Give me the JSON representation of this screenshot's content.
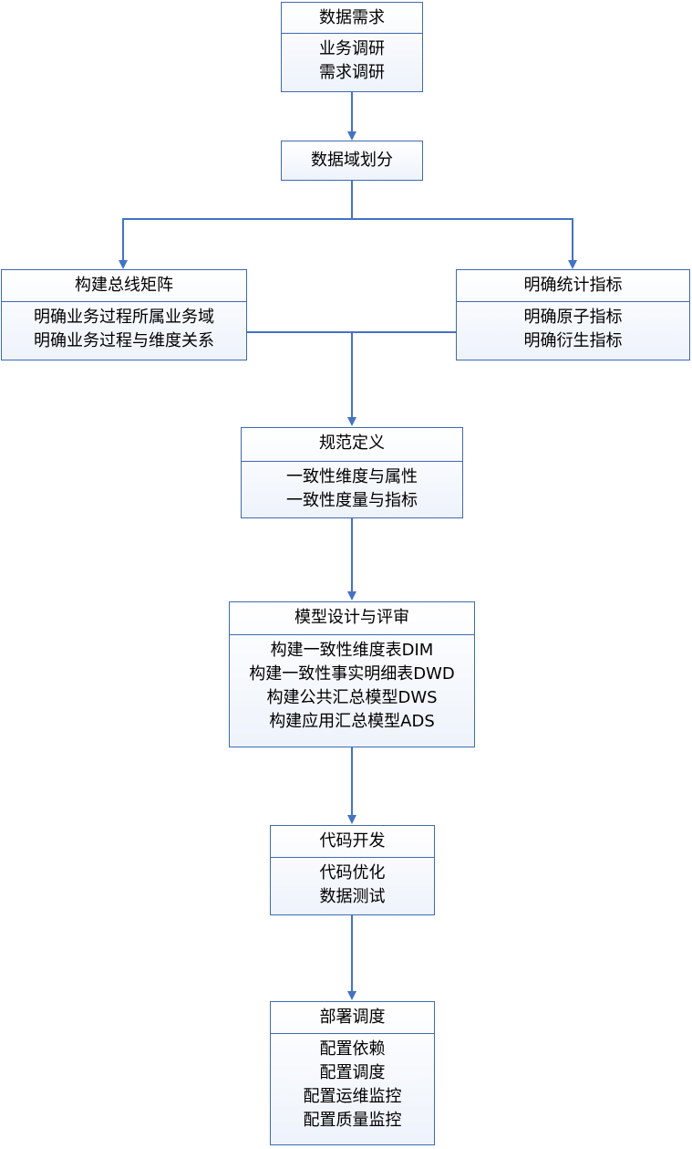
{
  "nodes": {
    "requirements": {
      "title": "数据需求",
      "items": [
        "业务调研",
        "需求调研"
      ]
    },
    "domain_split": {
      "title": "数据域划分",
      "items": []
    },
    "bus_matrix": {
      "title": "构建总线矩阵",
      "items": [
        "明确业务过程所属业务域",
        "明确业务过程与维度关系"
      ]
    },
    "metrics": {
      "title": "明确统计指标",
      "items": [
        "明确原子指标",
        "明确衍生指标"
      ]
    },
    "standards": {
      "title": "规范定义",
      "items": [
        "一致性维度与属性",
        "一致性度量与指标"
      ]
    },
    "model_design": {
      "title": "模型设计与评审",
      "items": [
        "构建一致性维度表DIM",
        "构建一致性事实明细表DWD",
        "构建公共汇总模型DWS",
        "构建应用汇总模型ADS"
      ]
    },
    "code_dev": {
      "title": "代码开发",
      "items": [
        "代码优化",
        "数据测试"
      ]
    },
    "deploy": {
      "title": "部署调度",
      "items": [
        "配置依赖",
        "配置调度",
        "配置运维监控",
        "配置质量监控"
      ]
    }
  },
  "colors": {
    "line": "#4472c4",
    "border": "#3f6ab0"
  }
}
